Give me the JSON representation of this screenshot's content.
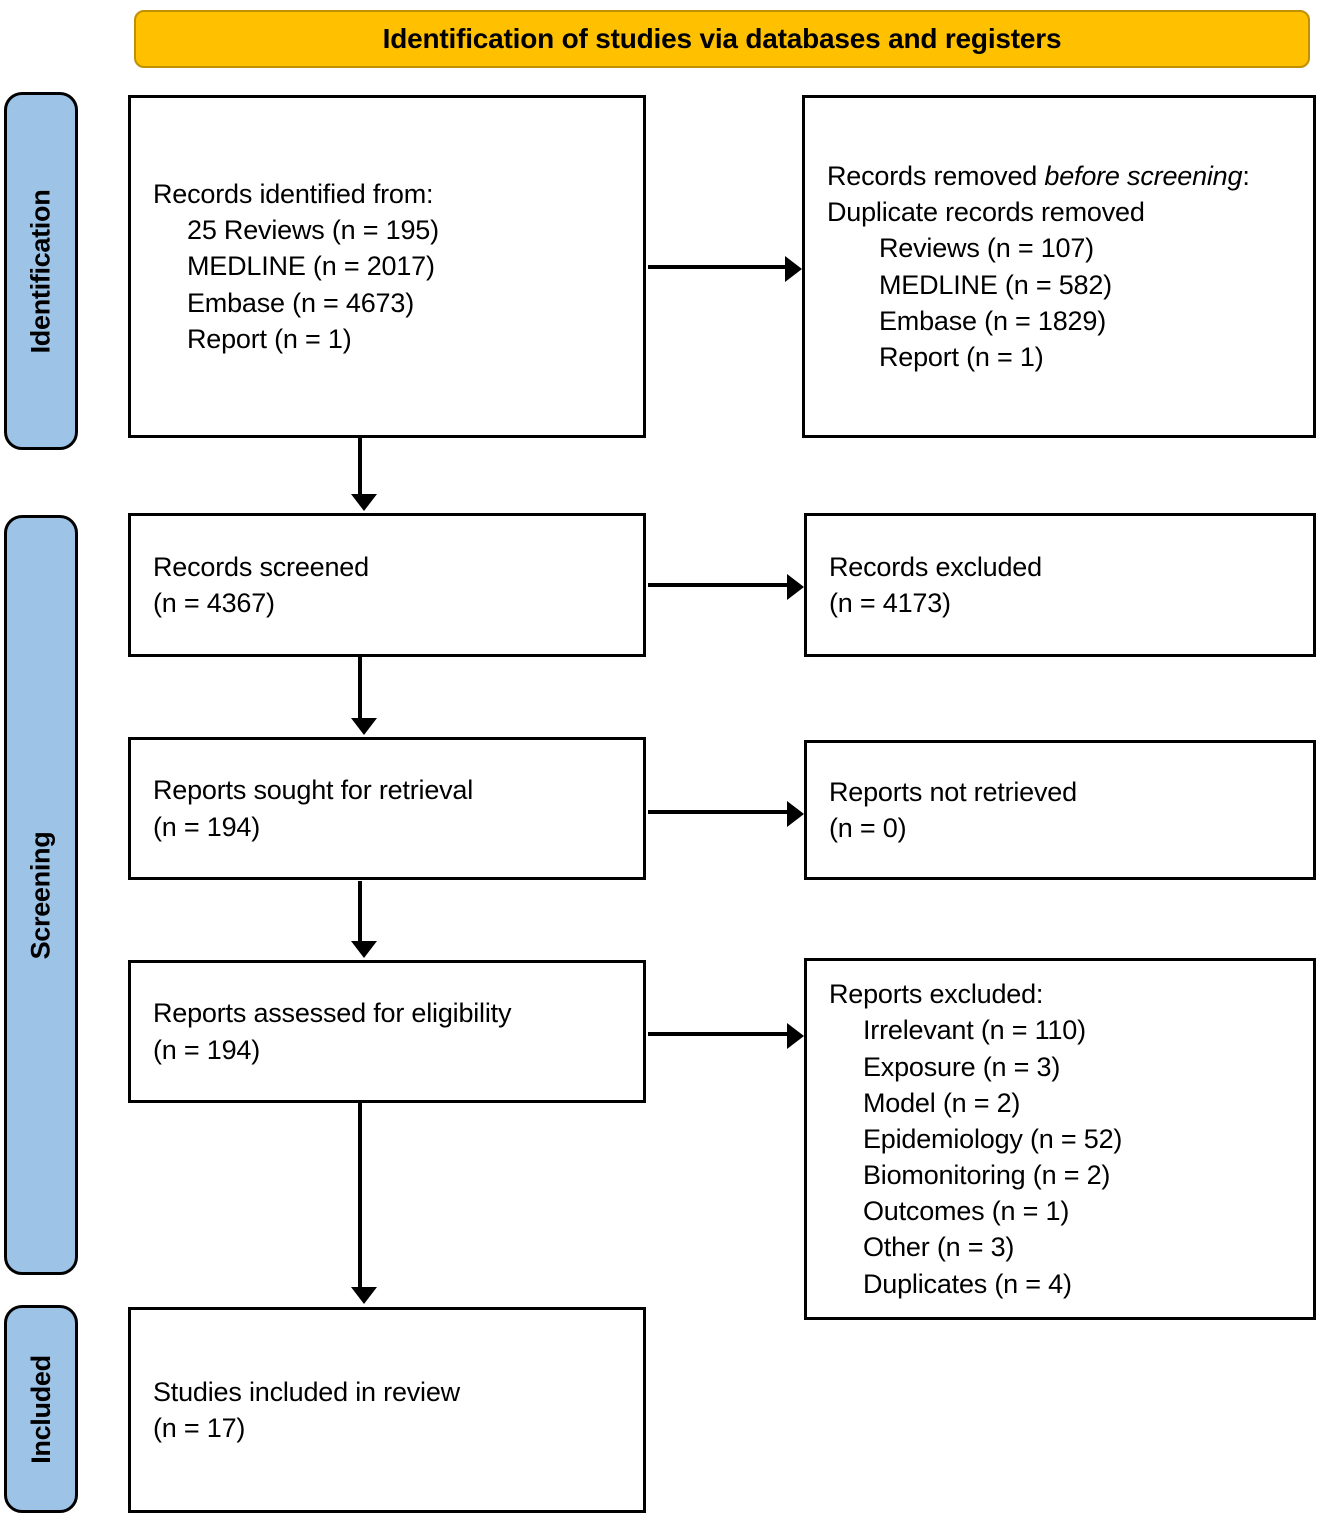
{
  "banner": {
    "title": "Identification of studies via databases and registers"
  },
  "phases": [
    {
      "id": "identification",
      "label": "Identification"
    },
    {
      "id": "screening",
      "label": "Screening"
    },
    {
      "id": "included",
      "label": "Included"
    }
  ],
  "boxes": {
    "records_identified": {
      "lines": [
        {
          "text": "Records identified from:",
          "indent": 0
        },
        {
          "text": "25 Reviews (n = 195)",
          "indent": 1
        },
        {
          "text": "MEDLINE (n = 2017)",
          "indent": 1
        },
        {
          "text": "Embase (n = 4673)",
          "indent": 1
        },
        {
          "text": "Report (n = 1)",
          "indent": 1
        }
      ]
    },
    "records_removed": {
      "lines": [
        {
          "text": "Records removed ",
          "italic_text": "before screening",
          "tail": ":",
          "indent": 0
        },
        {
          "text": "Duplicate records removed",
          "indent": 0
        },
        {
          "text": "Reviews (n = 107)",
          "indent": 2
        },
        {
          "text": "MEDLINE (n = 582)",
          "indent": 2
        },
        {
          "text": "Embase (n = 1829)",
          "indent": 2
        },
        {
          "text": "Report (n = 1)",
          "indent": 2
        }
      ]
    },
    "records_screened": {
      "lines": [
        {
          "text": "Records screened",
          "indent": 0
        },
        {
          "text": "(n = 4367)",
          "indent": 0
        }
      ]
    },
    "records_excluded": {
      "lines": [
        {
          "text": "Records excluded",
          "indent": 0
        },
        {
          "text": "(n = 4173)",
          "indent": 0
        }
      ]
    },
    "reports_sought": {
      "lines": [
        {
          "text": "Reports sought for retrieval",
          "indent": 0
        },
        {
          "text": "(n = 194)",
          "indent": 0
        }
      ]
    },
    "reports_not_retrieved": {
      "lines": [
        {
          "text": "Reports not retrieved",
          "indent": 0
        },
        {
          "text": "(n = 0)",
          "indent": 0
        }
      ]
    },
    "reports_assessed": {
      "lines": [
        {
          "text": "Reports assessed for eligibility",
          "indent": 0
        },
        {
          "text": "(n = 194)",
          "indent": 0
        }
      ]
    },
    "reports_excluded": {
      "lines": [
        {
          "text": "Reports excluded:",
          "indent": 0
        },
        {
          "text": "Irrelevant (n = 110)",
          "indent": 1
        },
        {
          "text": "Exposure (n = 3)",
          "indent": 1
        },
        {
          "text": "Model (n = 2)",
          "indent": 1
        },
        {
          "text": "Epidemiology (n = 52)",
          "indent": 1
        },
        {
          "text": "Biomonitoring (n = 2)",
          "indent": 1
        },
        {
          "text": "Outcomes (n = 1)",
          "indent": 1
        },
        {
          "text": "Other (n = 3)",
          "indent": 1
        },
        {
          "text": "Duplicates (n = 4)",
          "indent": 1
        }
      ]
    },
    "studies_included": {
      "lines": [
        {
          "text": "Studies included in review",
          "indent": 0
        },
        {
          "text": "(n = 17)",
          "indent": 0
        }
      ]
    }
  },
  "flow_counts": {
    "identified_reviews": 195,
    "identified_medline": 2017,
    "identified_embase": 4673,
    "identified_report": 1,
    "removed_reviews": 107,
    "removed_medline": 582,
    "removed_embase": 1829,
    "removed_report": 1,
    "screened": 4367,
    "excluded_screening": 4173,
    "sought": 194,
    "not_retrieved": 0,
    "assessed": 194,
    "excluded_irrelevant": 110,
    "excluded_exposure": 3,
    "excluded_model": 2,
    "excluded_epidemiology": 52,
    "excluded_biomonitoring": 2,
    "excluded_outcomes": 1,
    "excluded_other": 3,
    "excluded_duplicates": 4,
    "included": 17
  },
  "colors": {
    "banner_fill": "#FFC000",
    "banner_border": "#BF9000",
    "phase_fill": "#9DC3E6",
    "box_border": "#000000",
    "box_fill": "#FFFFFF",
    "text": "#000000"
  }
}
